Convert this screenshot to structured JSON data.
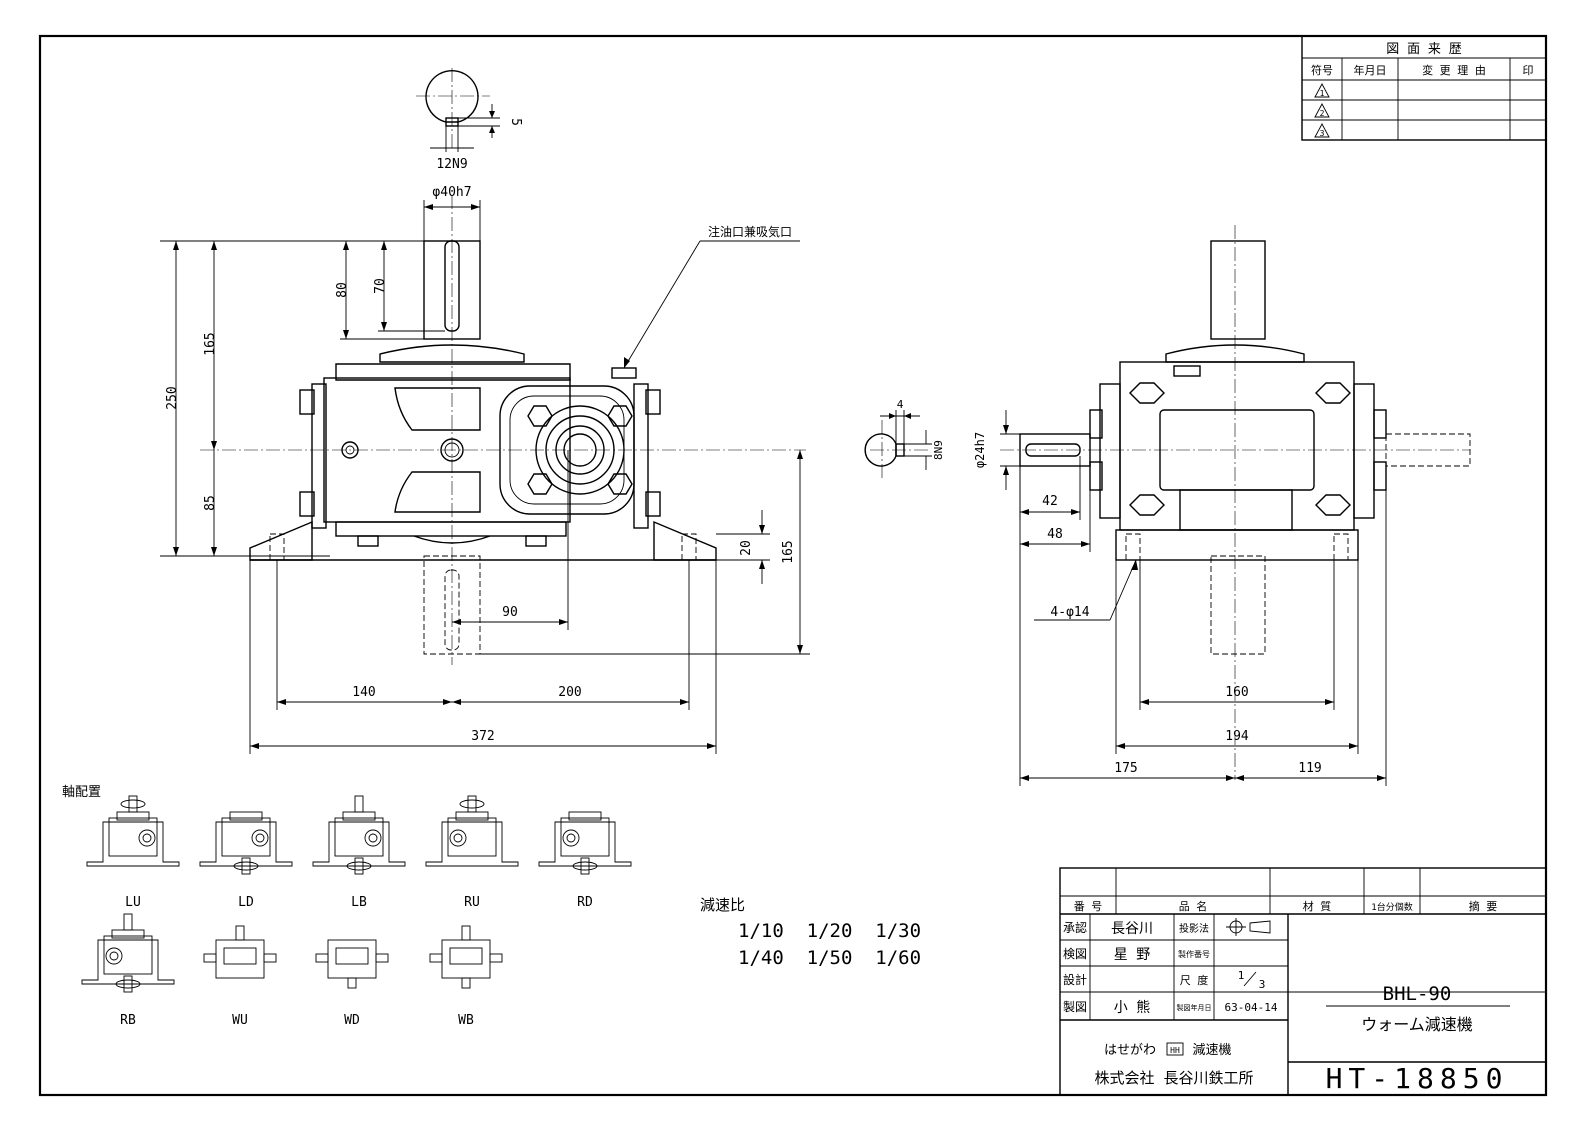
{
  "revision_table": {
    "title": "図 面 来 歴",
    "headers": [
      "符号",
      "年月日",
      "変 更 理 由",
      "印"
    ],
    "symbols": [
      "1",
      "2",
      "3"
    ]
  },
  "dimensions": {
    "key_width": "12N9",
    "key_depth": "5",
    "shaft_dia": "φ40h7",
    "d80": "80",
    "d70": "70",
    "d165_upper": "165",
    "d250": "250",
    "d85": "85",
    "d20": "20",
    "d165_lower": "165",
    "d90": "90",
    "d140": "140",
    "d200": "200",
    "d372": "372",
    "side_key_width": "4",
    "side_key_n9": "8N9",
    "side_shaft_dia": "φ24h7",
    "d42": "42",
    "d48": "48",
    "holes": "4-φ14",
    "d160": "160",
    "d194": "194",
    "d175": "175",
    "d119": "119"
  },
  "annotations": {
    "oil_port": "注油口兼吸気口"
  },
  "shaft_arrangement": {
    "title": "軸配置",
    "row1": [
      "LU",
      "LD",
      "LB",
      "RU",
      "RD"
    ],
    "row2": [
      "RB",
      "WU",
      "WD",
      "WB"
    ]
  },
  "reduction": {
    "title": "減速比",
    "line1": "1/10  1/20  1/30",
    "line2": "1/40  1/50  1/60"
  },
  "title_block": {
    "col_no": "番 号",
    "col_name": "品 名",
    "col_material": "材 質",
    "col_qty": "1台分個数",
    "col_remarks": "摘 要",
    "approve_label": "承認",
    "approve_name": "長谷川",
    "projection_label": "投影法",
    "check_label": "検図",
    "check_name": "星 野",
    "prod_no_label": "製作番号",
    "design_label": "設計",
    "scale_label": "尺 度",
    "scale_num": "1",
    "scale_den": "3",
    "draft_label": "製図",
    "draft_name": "小 熊",
    "date_label": "製図年月日",
    "date": "63-04-14",
    "model": "BHL-90",
    "product": "ウォーム減速機",
    "brand": "はせがわ",
    "brand_tag": "HH",
    "brand_suffix": "減速機",
    "company": "株式会社 長谷川鉄工所",
    "drawing_no": "HT-18850"
  }
}
